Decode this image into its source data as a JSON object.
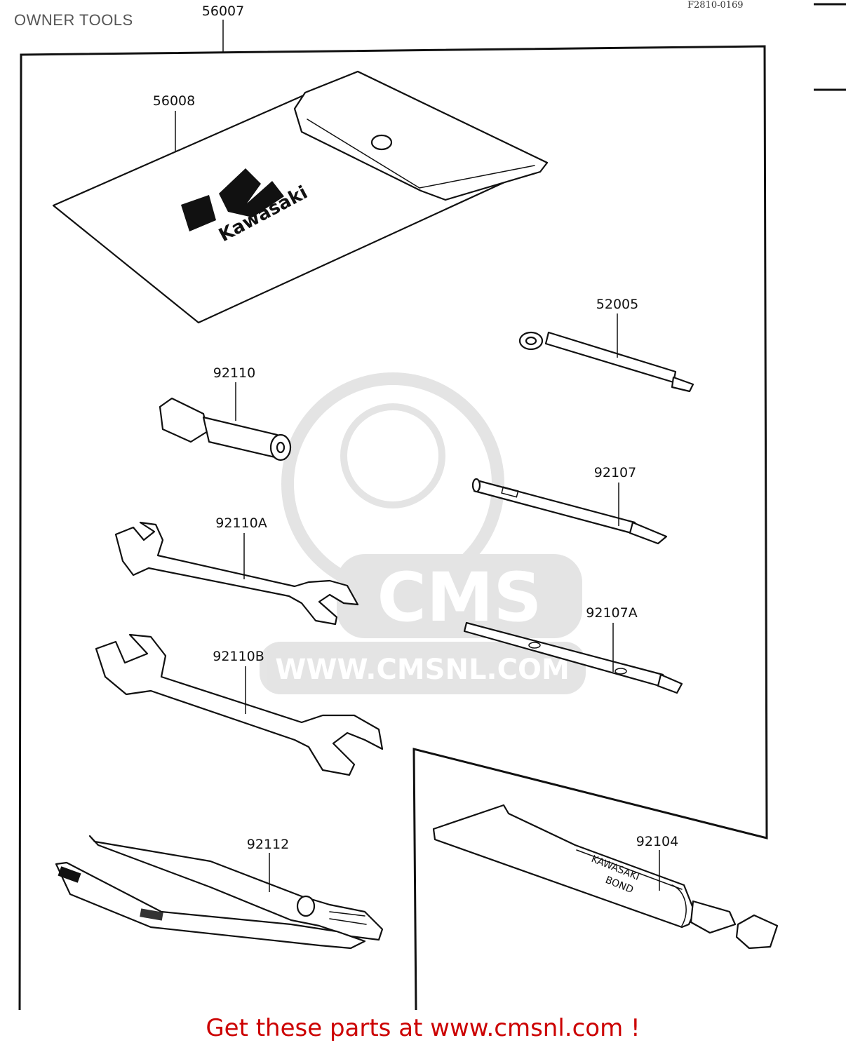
{
  "page": {
    "title": "OWNER TOOLS",
    "figure_code": "F2810-0169",
    "footer_link": "Get these parts at www.cmsnl.com !"
  },
  "diagram": {
    "watermark": {
      "brand": "CMS",
      "url": "WWW.CMSNL.COM"
    },
    "parts": [
      {
        "id": "56007",
        "label": "56007",
        "item": "tool-kit-frame"
      },
      {
        "id": "56008",
        "label": "56008",
        "item": "tool-pouch"
      },
      {
        "id": "52005",
        "label": "52005",
        "item": "tool-extension-bar"
      },
      {
        "id": "92110",
        "label": "92110",
        "item": "spark-plug-socket"
      },
      {
        "id": "92107",
        "label": "92107",
        "item": "phillips-screwdriver"
      },
      {
        "id": "92110A",
        "label": "92110A",
        "item": "open-end-wrench-small"
      },
      {
        "id": "92107A",
        "label": "92107A",
        "item": "flat-screwdriver"
      },
      {
        "id": "92110B",
        "label": "92110B",
        "item": "open-end-wrench-large"
      },
      {
        "id": "92112",
        "label": "92112",
        "item": "pliers"
      },
      {
        "id": "92104",
        "label": "92104",
        "item": "bond-tube"
      }
    ],
    "pouch_logo_text": "Kawasaki",
    "tube_text_line1": "KAWASAKI",
    "tube_text_line2": "BOND"
  }
}
